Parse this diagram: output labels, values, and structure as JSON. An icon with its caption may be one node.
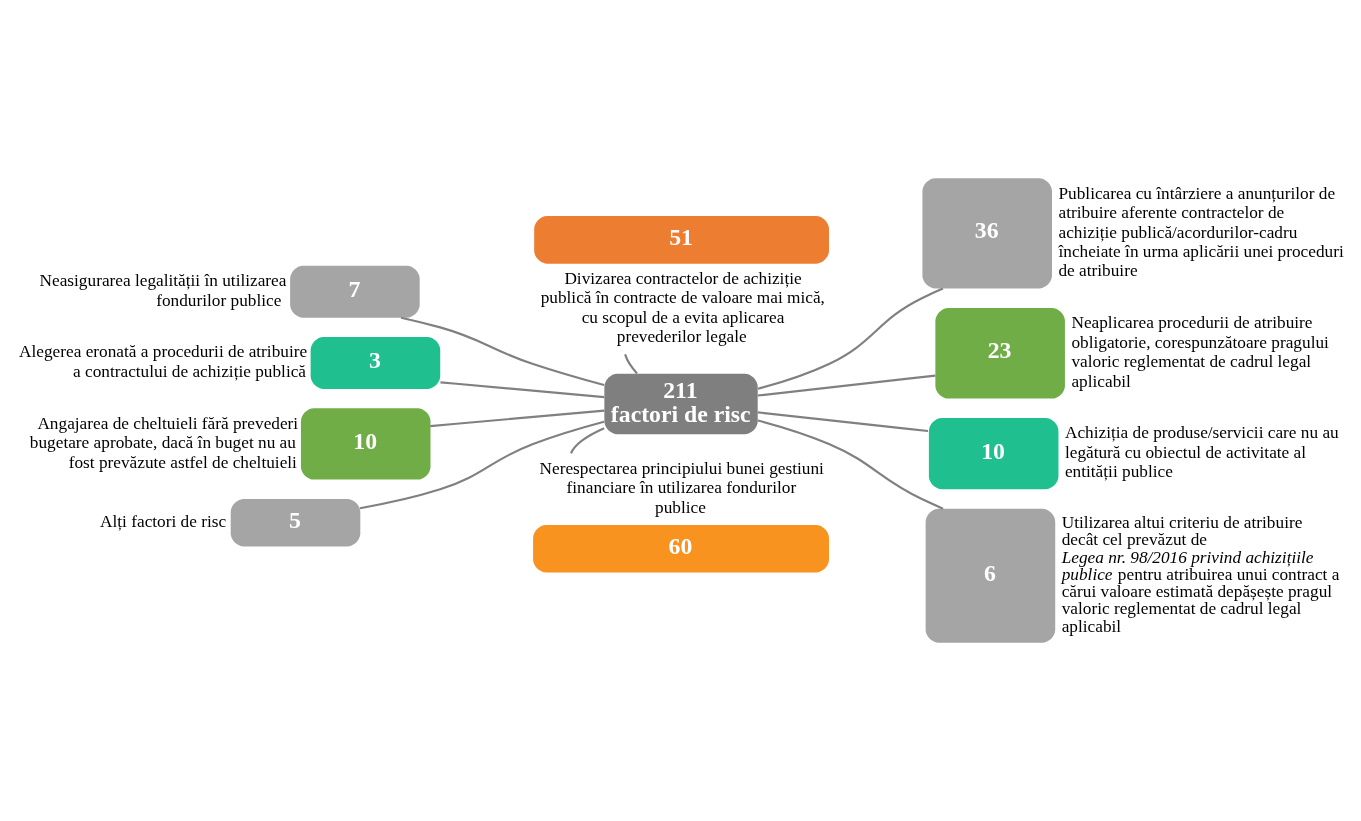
{
  "diagram": {
    "nodes": [
      {
        "text": [
          "60"
        ],
        "beside": [
          "Nerespectarea principiului bunei gestiuni financiare în utilizarea fondurilor  publice"
        ]
      },
      {
        "text": [
          "7"
        ],
        "beside": [
          "Neasigurarea legalității în utilizarea fondurilor publice"
        ]
      },
      {
        "text": [
          "36"
        ],
        "beside": [
          "Publicarea cu întârziere a anunțurilor de atribuire aferente contractelor de achiziție publică/acordurilor-cadru încheiate în urma aplicării unei proceduri de atribuire"
        ]
      },
      {
        "text": [
          "3"
        ],
        "beside": [
          "Alegerea eronată a procedurii de atribuire a contractului de achiziție publică"
        ]
      },
      {
        "text": [
          "23"
        ],
        "beside": [
          "Neaplicarea procedurii de atribuire obligatorie, corespunzătoare pragului valoric reglementat de cadrul legal aplicabil"
        ]
      },
      {
        "text": [
          "211",
          "factori de risc"
        ]
      },
      {
        "text": [
          "10"
        ],
        "beside": [
          "Angajarea de cheltuieli fără prevederi bugetare aprobate, dacă în buget nu au fost prevăzute astfel de cheltuieli"
        ]
      },
      {
        "text": [
          "10"
        ],
        "beside": [
          "Achiziția de produse/servicii care nu au legătură cu obiectul de activitate al entității publice"
        ]
      },
      {
        "text": [
          "5"
        ],
        "beside": [
          "Alți factori de risc"
        ]
      },
      {
        "text": [
          "6"
        ],
        "beside": [
          "Utilizarea altui criteriu de atribuire decât cel prevăzut de *Legea nr. 98/2016 privind achizițiile publice* pentru atribuirea unui contract a cărui valoare estimată depășește pragul valoric reglementat de cadrul legal aplicabil"
        ]
      },
      {
        "text": [
          "51"
        ],
        "beside": [
          "Divizarea contractelor de achiziție publică în contracte de valoare mai mică, cu scopul de a evita aplicarea prevederilor legale"
        ]
      }
    ],
    "edges": [
      {
        "from": 5,
        "to": 0,
        "arrow": "none"
      },
      {
        "from": 5,
        "to": 1,
        "arrow": "none"
      },
      {
        "from": 5,
        "to": 2,
        "arrow": "none"
      },
      {
        "from": 5,
        "to": 3,
        "arrow": "none"
      },
      {
        "from": 5,
        "to": 4,
        "arrow": "none"
      },
      {
        "from": 5,
        "to": 6,
        "arrow": "none"
      },
      {
        "from": 5,
        "to": 7,
        "arrow": "none"
      },
      {
        "from": 5,
        "to": 8,
        "arrow": "none"
      },
      {
        "from": 5,
        "to": 9,
        "arrow": "none"
      },
      {
        "from": 5,
        "to": 10,
        "arrow": "none"
      }
    ]
  }
}
